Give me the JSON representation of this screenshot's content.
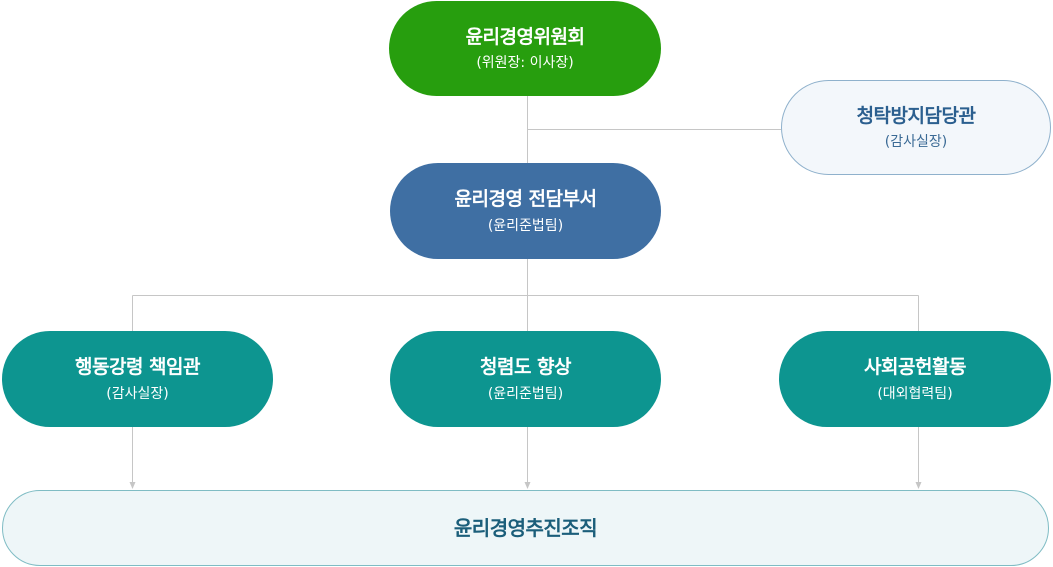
{
  "colors": {
    "committee": "#279e0e",
    "department": "#3f6fa3",
    "teams": "#0d9590",
    "connector": "#c6c6c6",
    "officer_border": "#8fb1cc",
    "promotion_border": "#7fbcc4"
  },
  "nodes": {
    "committee": {
      "title": "윤리경영위원회",
      "sub": "(위원장: 이사장)"
    },
    "officer": {
      "title": "청탁방지담당관",
      "sub": "(감사실장)"
    },
    "department": {
      "title": "윤리경영 전담부서",
      "sub": "(윤리준법팀)"
    },
    "conduct": {
      "title": "행동강령 책임관",
      "sub": "(감사실장)"
    },
    "integrity": {
      "title": "청렴도 향상",
      "sub": "(윤리준법팀)"
    },
    "social": {
      "title": "사회공헌활동",
      "sub": "(대외협력팀)"
    },
    "promotion": {
      "title": "윤리경영추진조직"
    }
  }
}
